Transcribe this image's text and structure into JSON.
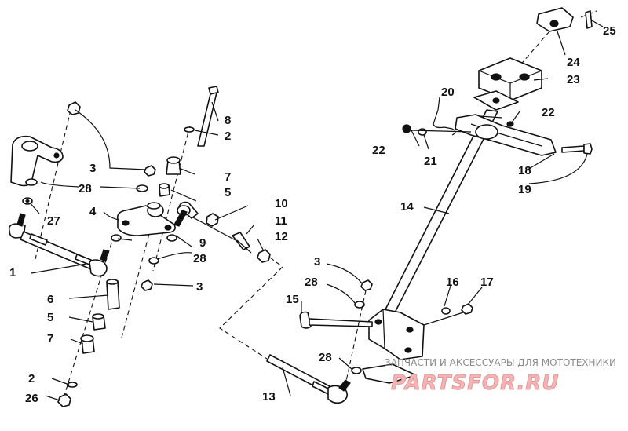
{
  "callouts": [
    "1",
    "2",
    "3",
    "4",
    "5",
    "6",
    "7",
    "8",
    "9",
    "10",
    "11",
    "12",
    "13",
    "14",
    "15",
    "16",
    "17",
    "18",
    "19",
    "20",
    "21",
    "22",
    "23",
    "24",
    "25",
    "26",
    "27",
    "28"
  ],
  "watermark": {
    "caption": "ЗАПЧАСТИ И АКСЕССУАРЫ ДЛЯ МОТОТЕХНИКИ",
    "logo": "PARTSFOR.RU"
  },
  "colors": {
    "ink": "#111111",
    "watermark_logo": "#e48c8c",
    "watermark_caption": "#8a8a8a"
  }
}
